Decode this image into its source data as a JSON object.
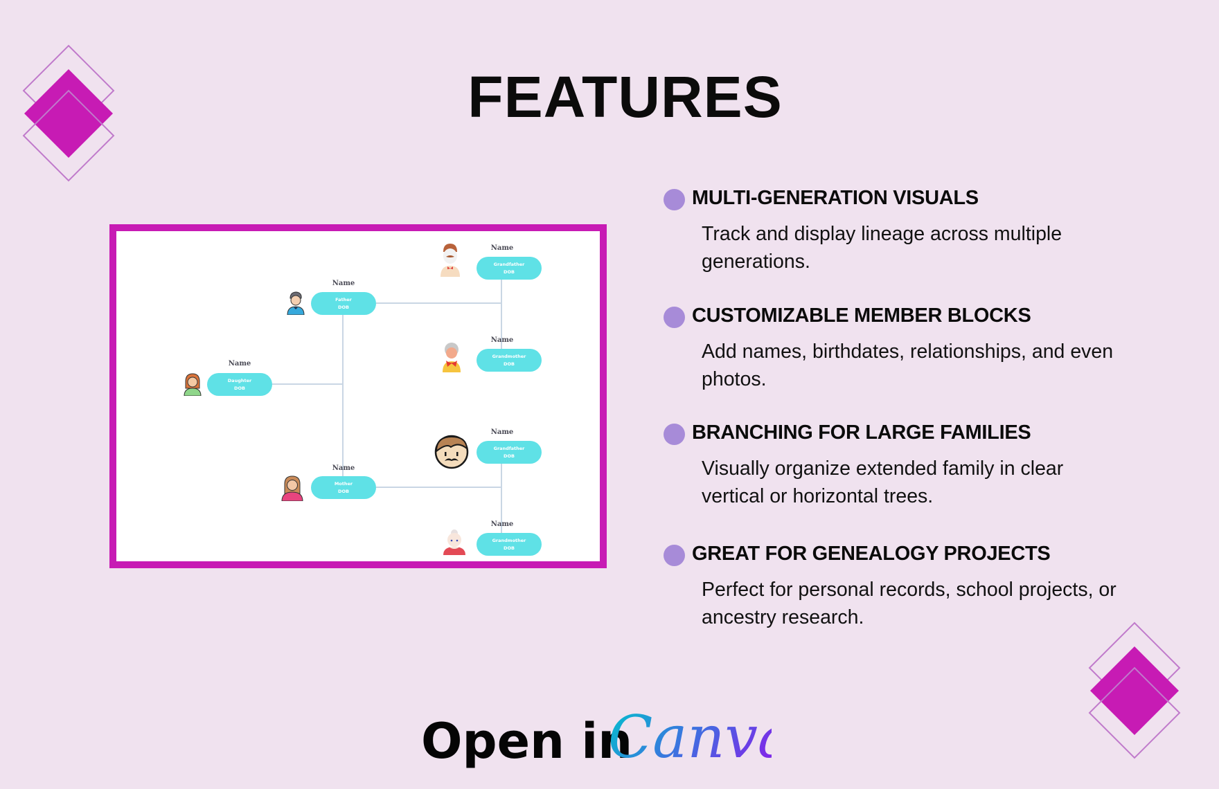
{
  "page": {
    "title": "FEATURES",
    "background_color": "#f0e2ef",
    "accent_color": "#c71bb4",
    "bullet_color": "#a78bd8"
  },
  "family_tree": {
    "frame_color": "#c71bb4",
    "pill_color": "#5fe1e6",
    "members": [
      {
        "id": "daughter",
        "name": "Name",
        "role": "Daughter",
        "dob": "DOB",
        "avatar": "girl-avatar-icon"
      },
      {
        "id": "father",
        "name": "Name",
        "role": "Father",
        "dob": "DOB",
        "avatar": "man-avatar-icon"
      },
      {
        "id": "mother",
        "name": "Name",
        "role": "Mother",
        "dob": "DOB",
        "avatar": "woman-avatar-icon"
      },
      {
        "id": "paternal-grandfather",
        "name": "Name",
        "role": "Grandfather",
        "dob": "DOB",
        "avatar": "grandfather-avatar-icon"
      },
      {
        "id": "paternal-grandmother",
        "name": "Name",
        "role": "Grandmother",
        "dob": "DOB",
        "avatar": "grandmother-avatar-icon"
      },
      {
        "id": "maternal-grandfather",
        "name": "Name",
        "role": "Grandfather",
        "dob": "DOB",
        "avatar": "mustache-man-avatar-icon"
      },
      {
        "id": "maternal-grandmother",
        "name": "Name",
        "role": "Grandmother",
        "dob": "DOB",
        "avatar": "old-woman-avatar-icon"
      }
    ]
  },
  "features": [
    {
      "heading": "MULTI-GENERATION VISUALS",
      "body": "Track and display lineage across multiple generations."
    },
    {
      "heading": "CUSTOMIZABLE MEMBER BLOCKS",
      "body": "Add names, birthdates, relationships, and even photos."
    },
    {
      "heading": "BRANCHING FOR LARGE FAMILIES",
      "body": "Visually organize extended family in clear vertical or horizontal trees."
    },
    {
      "heading": "GREAT FOR GENEALOGY PROJECTS",
      "body": "Perfect for personal records, school projects, or ancestry research."
    }
  ],
  "footer": {
    "open_in_label": "Open in",
    "brand_label": "Canva",
    "brand_gradient": [
      "#00c4cc",
      "#7d2ae8"
    ]
  }
}
